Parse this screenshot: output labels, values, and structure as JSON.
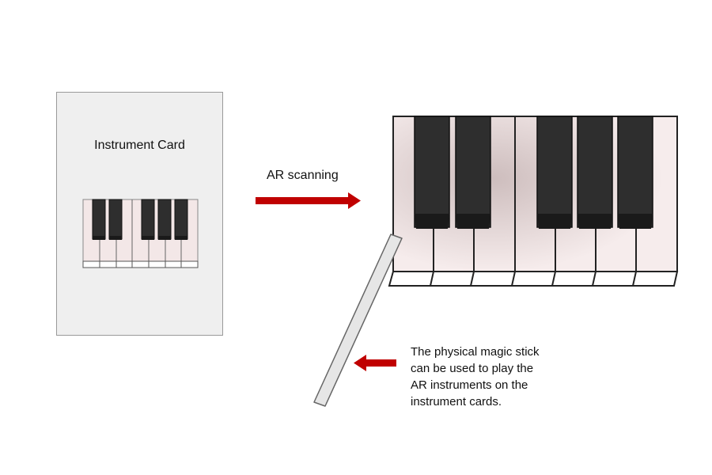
{
  "card": {
    "title": "Instrument Card"
  },
  "scan": {
    "label": "AR scanning"
  },
  "stick": {
    "caption": "The physical magic stick\ncan be used to play the\nAR instruments on the\ninstrument cards."
  },
  "colors": {
    "arrow": "#c00000",
    "card_bg": "#efefef",
    "black_key": "#2b2b2b",
    "white_key": "#f5e9e9",
    "stick": "#e6e6e6"
  }
}
